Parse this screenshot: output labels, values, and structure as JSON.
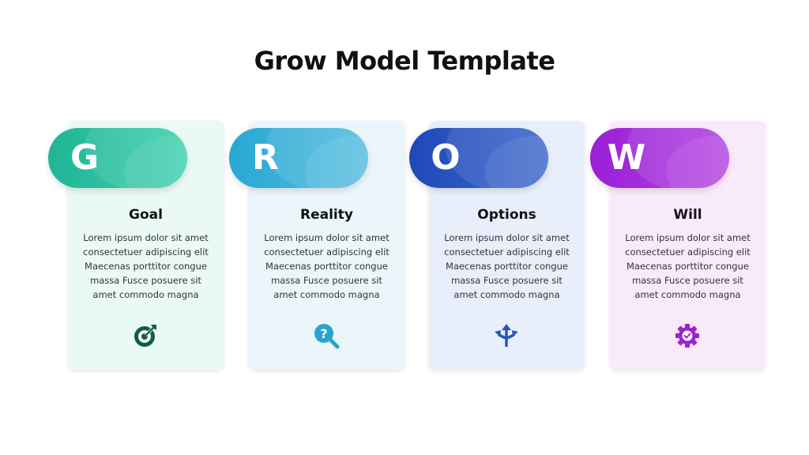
{
  "title": "Grow Model Template",
  "steps": [
    {
      "letter": "G",
      "heading": "Goal",
      "body": "Lorem ipsum dolor sit amet\nconsectetuer adipiscing elit\nMaecenas porttitor congue\nmassa Fusce posuere sit\namet commodo magna",
      "icon": "target-icon",
      "pill_color_from": "#1fb594",
      "pill_color_to": "#3fcfb0",
      "card_bg": "#eaf9f4",
      "icon_color": "#0f5c4a"
    },
    {
      "letter": "R",
      "heading": "Reality",
      "body": "Lorem ipsum dolor sit amet\nconsectetuer adipiscing elit\nMaecenas porttitor congue\nmassa Fusce posuere sit\namet commodo magna",
      "icon": "search-question-icon",
      "pill_color_from": "#28a8d4",
      "pill_color_to": "#56bde0",
      "card_bg": "#ebf6fa",
      "icon_color": "#2aa3cf"
    },
    {
      "letter": "O",
      "heading": "Options",
      "body": "Lorem ipsum dolor sit amet\nconsectetuer adipiscing elit\nMaecenas porttitor congue\nmassa Fusce posuere sit\namet commodo magna",
      "icon": "split-arrows-icon",
      "pill_color_from": "#1f49b8",
      "pill_color_to": "#3d68cc",
      "card_bg": "#e8effb",
      "icon_color": "#2557b5"
    },
    {
      "letter": "W",
      "heading": "Will",
      "body": "Lorem ipsum dolor sit amet\nconsectetuer adipiscing elit\nMaecenas porttitor congue\nmassa Fusce posuere sit\namet commodo magna",
      "icon": "gear-check-icon",
      "pill_color_from": "#9a1fd6",
      "pill_color_to": "#b445e2",
      "card_bg": "#f8eafb",
      "icon_color": "#9b22d3"
    }
  ]
}
